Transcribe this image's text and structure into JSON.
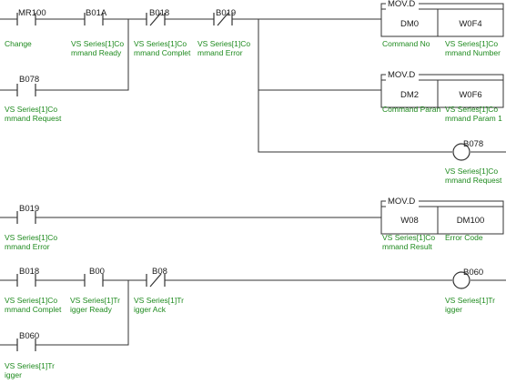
{
  "rungs": [
    {
      "contacts": [
        {
          "device": "MR100",
          "type": "NO",
          "comment": [
            "Change"
          ]
        },
        {
          "device": "B01A",
          "type": "NO",
          "comment": [
            "VS Series[1]Co",
            "mmand Ready"
          ]
        },
        {
          "device": "B018",
          "type": "NC",
          "comment": [
            "VS Series[1]Co",
            "mmand Complet"
          ]
        },
        {
          "device": "B019",
          "type": "NC",
          "comment": [
            "VS Series[1]Co",
            "mmand Error"
          ]
        },
        {
          "device": "B078",
          "type": "NO",
          "comment": [
            "VS Series[1]Co",
            "mmand Request"
          ]
        }
      ],
      "instructions": [
        {
          "op": "MOV.D",
          "src": "DM0",
          "dst": "W0F4",
          "src_comment": [
            "Command No"
          ],
          "dst_comment": [
            "VS Series[1]Co",
            "mmand Number"
          ]
        },
        {
          "op": "MOV.D",
          "src": "DM2",
          "dst": "W0F6",
          "src_comment": [
            "Command Paran"
          ],
          "dst_comment": [
            "VS Series[1]Co",
            "mmand Param 1"
          ]
        }
      ],
      "coil": {
        "device": "B078",
        "comment": [
          "VS Series[1]Co",
          "mmand Request"
        ]
      }
    },
    {
      "contacts": [
        {
          "device": "B019",
          "type": "NO",
          "comment": [
            "VS Series[1]Co",
            "mmand Error"
          ]
        }
      ],
      "instructions": [
        {
          "op": "MOV.D",
          "src": "W08",
          "dst": "DM100",
          "src_comment": [
            "VS Series[1]Co",
            "mmand Result"
          ],
          "dst_comment": [
            "Error Code"
          ]
        }
      ]
    },
    {
      "contacts": [
        {
          "device": "B018",
          "type": "NO",
          "comment": [
            "VS Series[1]Co",
            "mmand Complet"
          ]
        },
        {
          "device": "B00",
          "type": "NO",
          "comment": [
            "VS Series[1]Tr",
            "igger Ready"
          ]
        },
        {
          "device": "B08",
          "type": "NC",
          "comment": [
            "VS Series[1]Tr",
            "igger Ack"
          ]
        },
        {
          "device": "B060",
          "type": "NO",
          "comment": [
            "VS Series[1]Tr",
            "igger"
          ]
        }
      ],
      "coil": {
        "device": "B060",
        "comment": [
          "VS Series[1]Tr",
          "igger"
        ]
      }
    }
  ],
  "colors": {
    "wire": "#333333",
    "comment": "#1e8a1e",
    "background": "#ffffff"
  }
}
